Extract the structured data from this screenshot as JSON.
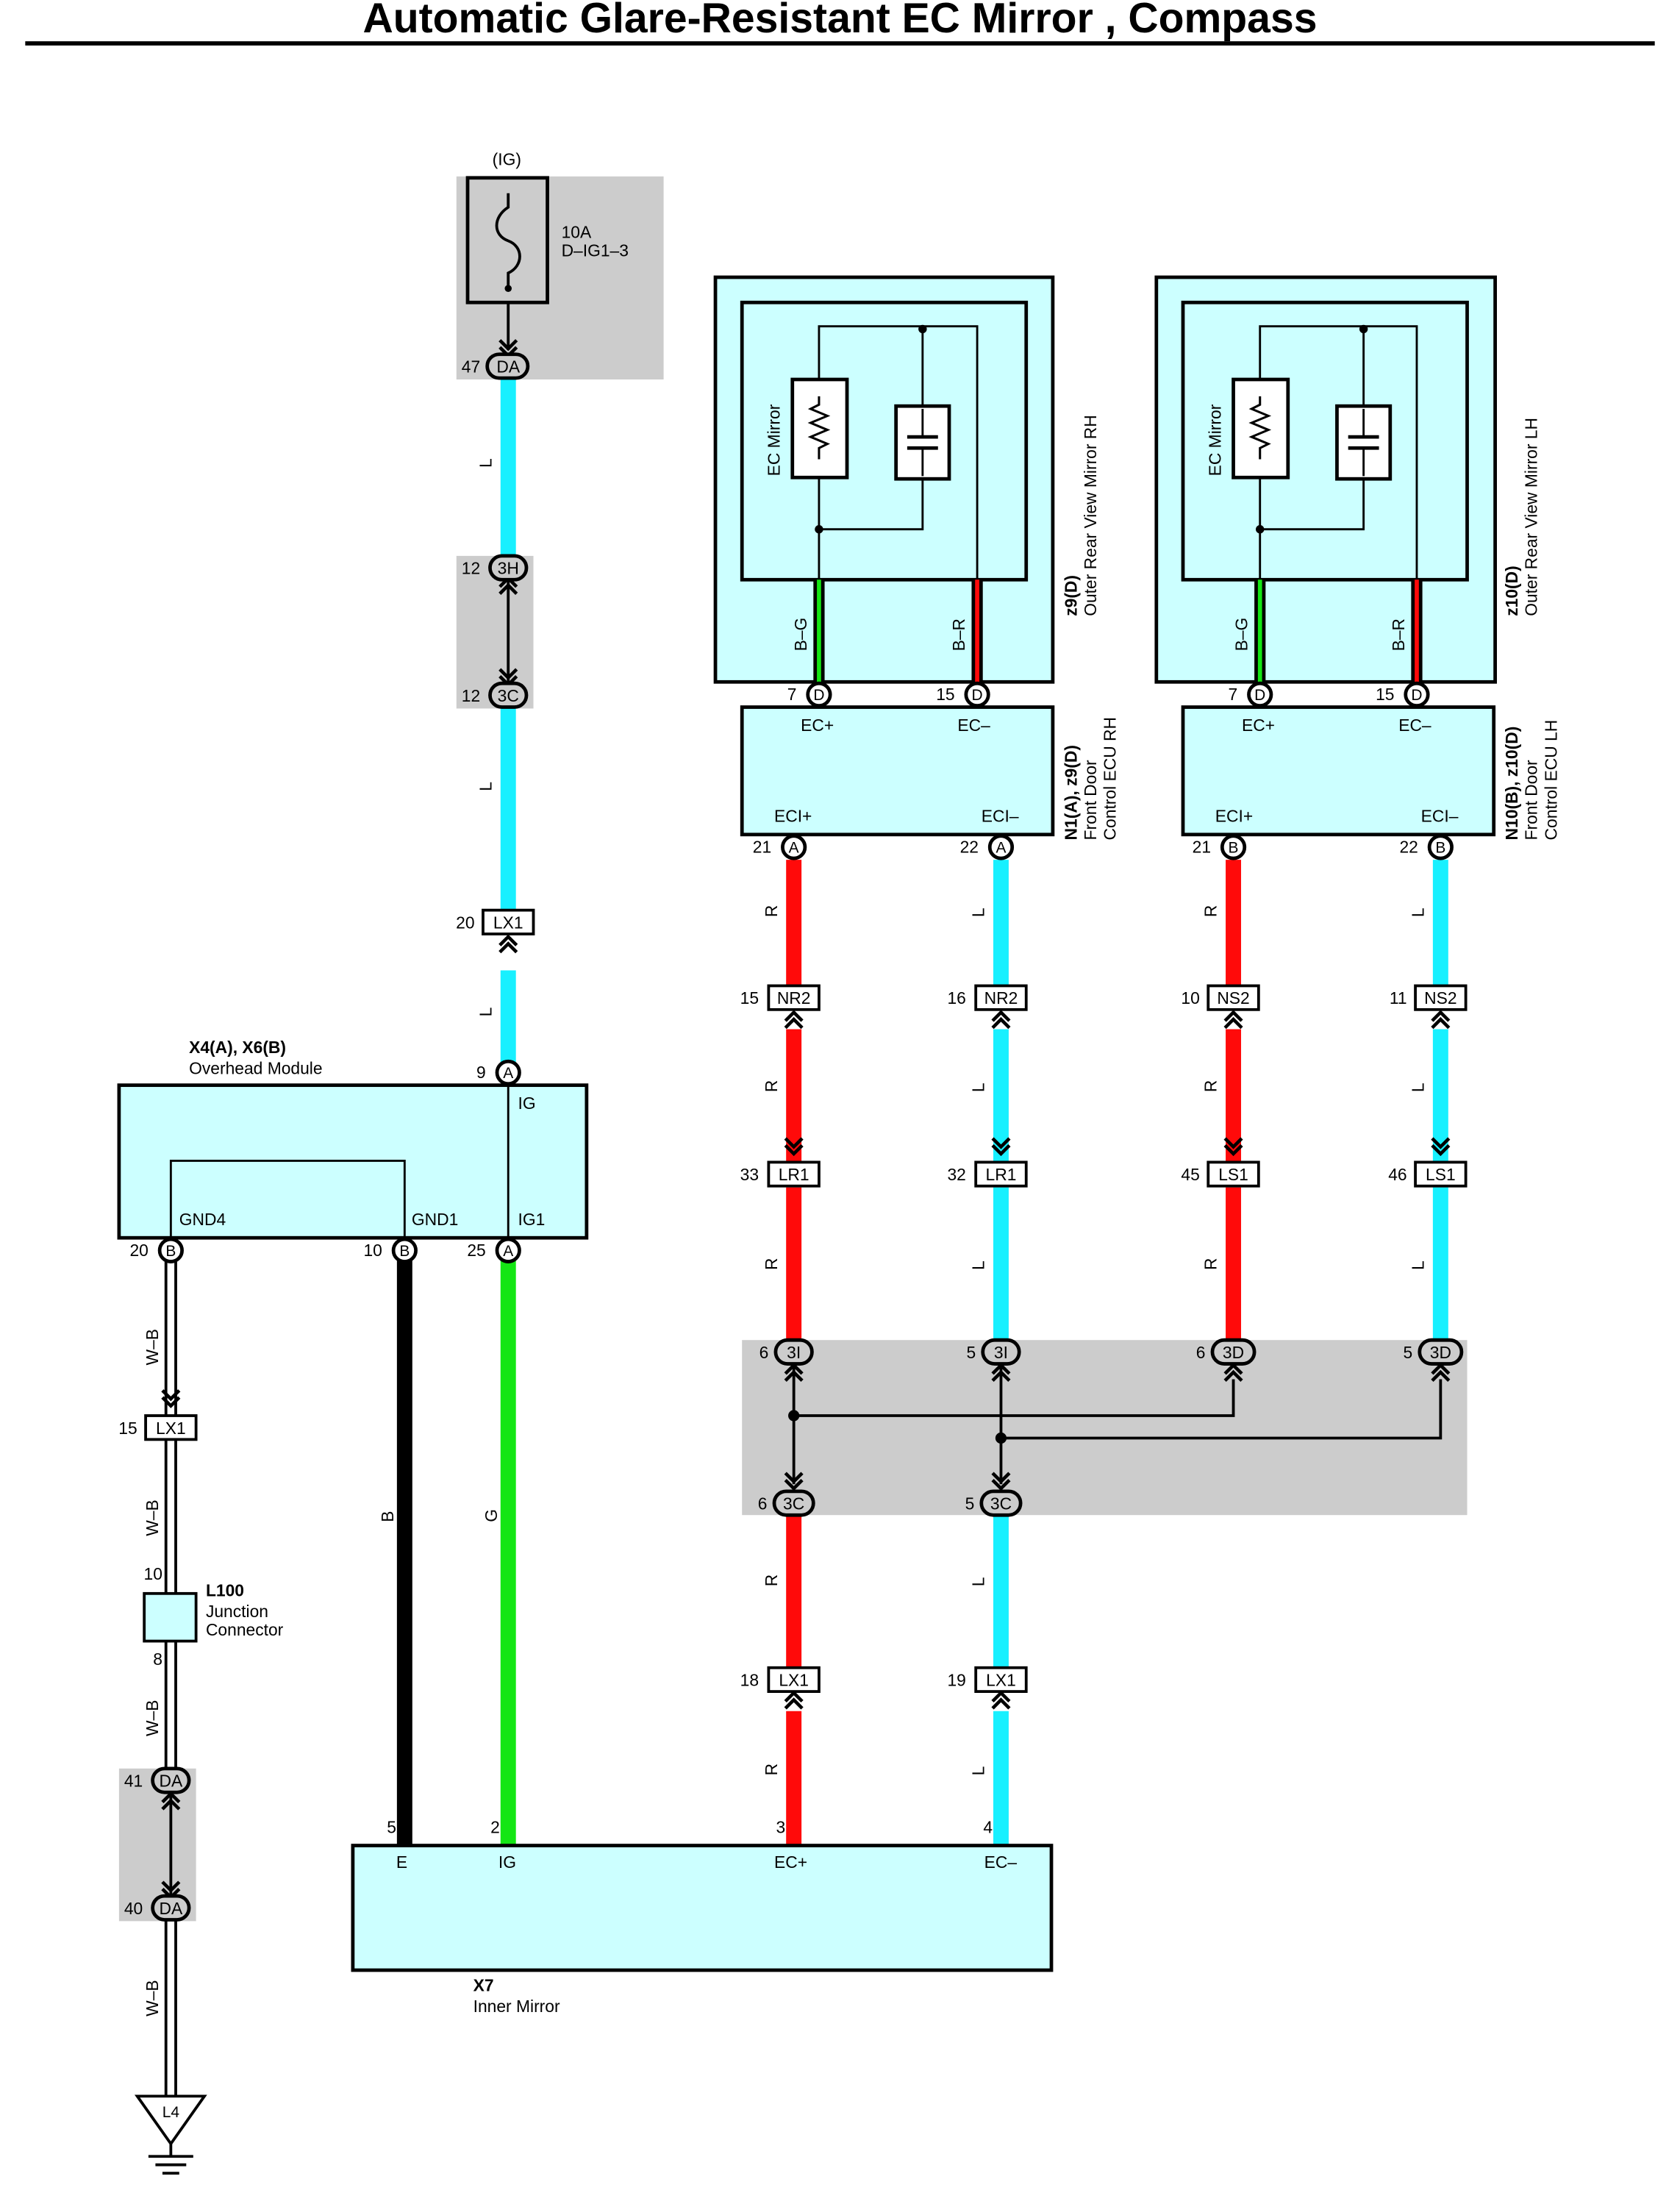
{
  "title": "Automatic Glare-Resistant EC Mirror , Compass",
  "colors": {
    "L": "#18f0ff",
    "R": "#ff0a0a",
    "G": "#14e614",
    "B": "#000000",
    "component_fill": "#ccffff",
    "connector_block": "#cccccc",
    "W-B": "#ffffff"
  },
  "fuse": {
    "supply": "(IG)",
    "rating": "10A",
    "name": "D–IG1–3",
    "icon": "fuse-icon"
  },
  "wire_letters": {
    "L": "L",
    "R": "R",
    "G": "G",
    "B": "B",
    "WB": "W–B",
    "BG": "B–G",
    "BR": "B–R"
  },
  "connectors": {
    "DA": "DA",
    "3H": "3H",
    "3C": "3C",
    "LX1": "LX1",
    "NR2": "NR2",
    "NS2": "NS2",
    "LR1": "LR1",
    "LS1": "LS1",
    "3I": "3I",
    "3D": "3D",
    "A": "A",
    "B": "B",
    "D": "D"
  },
  "pins": {
    "p47": "47",
    "p12": "12",
    "p20": "20",
    "p9": "9",
    "p25": "25",
    "p10": "10",
    "p15": "15",
    "p8": "8",
    "p41": "41",
    "p40": "40",
    "p7": "7",
    "p21": "21",
    "p22": "22",
    "p16": "16",
    "p11": "11",
    "p33": "33",
    "p32": "32",
    "p45": "45",
    "p46": "46",
    "p6": "6",
    "p5": "5",
    "p18": "18",
    "p19": "19",
    "p2": "2",
    "p3": "3",
    "p4": "4"
  },
  "overhead_module": {
    "ref": "X4(A), X6(B)",
    "name": "Overhead Module",
    "terminals": {
      "ig": "IG",
      "gnd4": "GND4",
      "gnd1": "GND1",
      "ig1": "IG1"
    }
  },
  "junction": {
    "ref": "L100",
    "name1": "Junction",
    "name2": "Connector"
  },
  "ground": {
    "ref": "L4",
    "icon": "ground-icon"
  },
  "inner_mirror": {
    "ref": "X7",
    "name": "Inner Mirror",
    "terminals": {
      "e": "E",
      "ig": "IG",
      "ecp": "EC+",
      "ecm": "EC–"
    }
  },
  "mirror_rh": {
    "ref": "z9(D)",
    "name": "Outer Rear View Mirror RH",
    "element": "EC Mirror"
  },
  "mirror_lh": {
    "ref": "z10(D)",
    "name": "Outer Rear View Mirror LH",
    "element": "EC Mirror"
  },
  "ecu_rh": {
    "ref": "N1(A), z9(D)",
    "name1": "Front Door",
    "name2": "Control ECU RH",
    "terminals": {
      "ecp": "EC+",
      "ecm": "EC–",
      "ecip": "ECI+",
      "ecim": "ECI–"
    }
  },
  "ecu_lh": {
    "ref": "N10(B), z10(D)",
    "name1": "Front Door",
    "name2": "Control ECU LH",
    "terminals": {
      "ecp": "EC+",
      "ecm": "EC–",
      "ecip": "ECI+",
      "ecim": "ECI–"
    }
  }
}
